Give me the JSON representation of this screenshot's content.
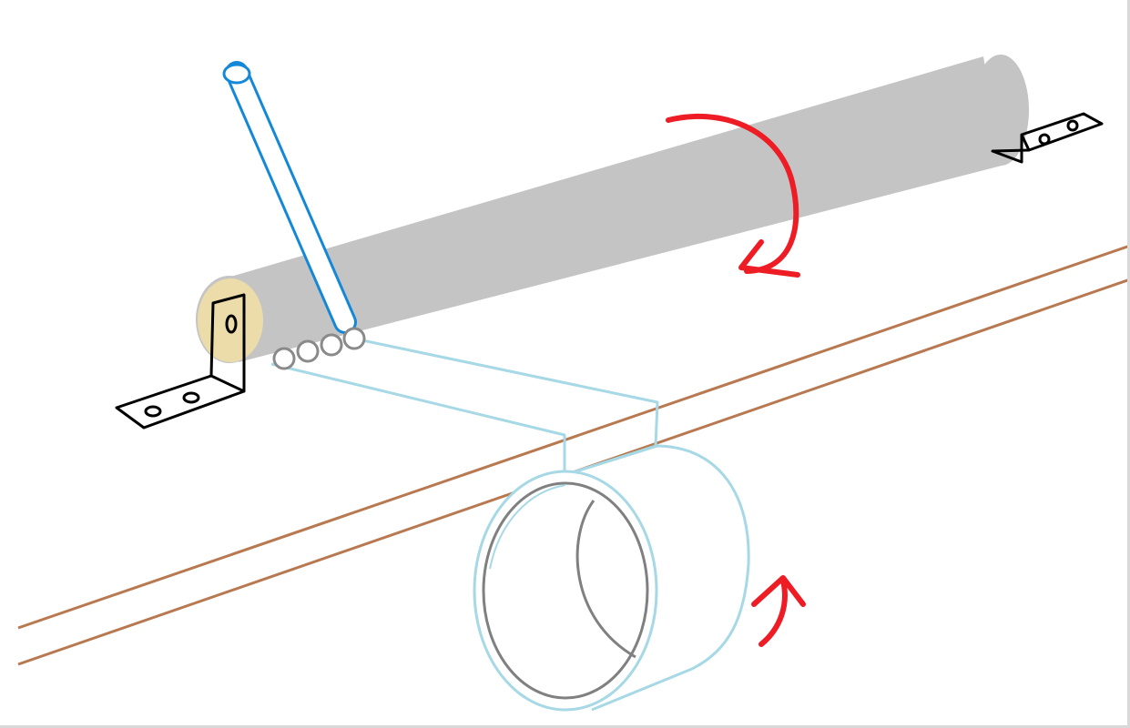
{
  "diagram": {
    "colors": {
      "background": "#ffffff",
      "roller_body": "#c4c4c4",
      "roller_end_cap": "#ecdcaa",
      "lever_rod": "#1488d8",
      "cable_guide": "#a6d8e6",
      "ball_bearings": "#8a8a8a",
      "rail": "#b87850",
      "rotation_arrow": "#ee1c24",
      "mounting_bracket": "#000000",
      "inner_ring": "#808080"
    },
    "components": [
      {
        "id": "roller",
        "icon": "cylinder-shape"
      },
      {
        "id": "lever",
        "icon": "rod-shape"
      },
      {
        "id": "left-bracket",
        "icon": "l-bracket-shape"
      },
      {
        "id": "right-bracket",
        "icon": "l-bracket-shape"
      },
      {
        "id": "bearings",
        "icon": "ball-chain-shape"
      },
      {
        "id": "cable",
        "icon": "cable-outline-shape"
      },
      {
        "id": "drum",
        "icon": "ring-drum-shape"
      },
      {
        "id": "rail",
        "icon": "double-line-shape"
      },
      {
        "id": "roller-rotation",
        "icon": "curved-arrow-icon"
      },
      {
        "id": "drum-rotation",
        "icon": "curved-arrow-icon"
      }
    ]
  }
}
